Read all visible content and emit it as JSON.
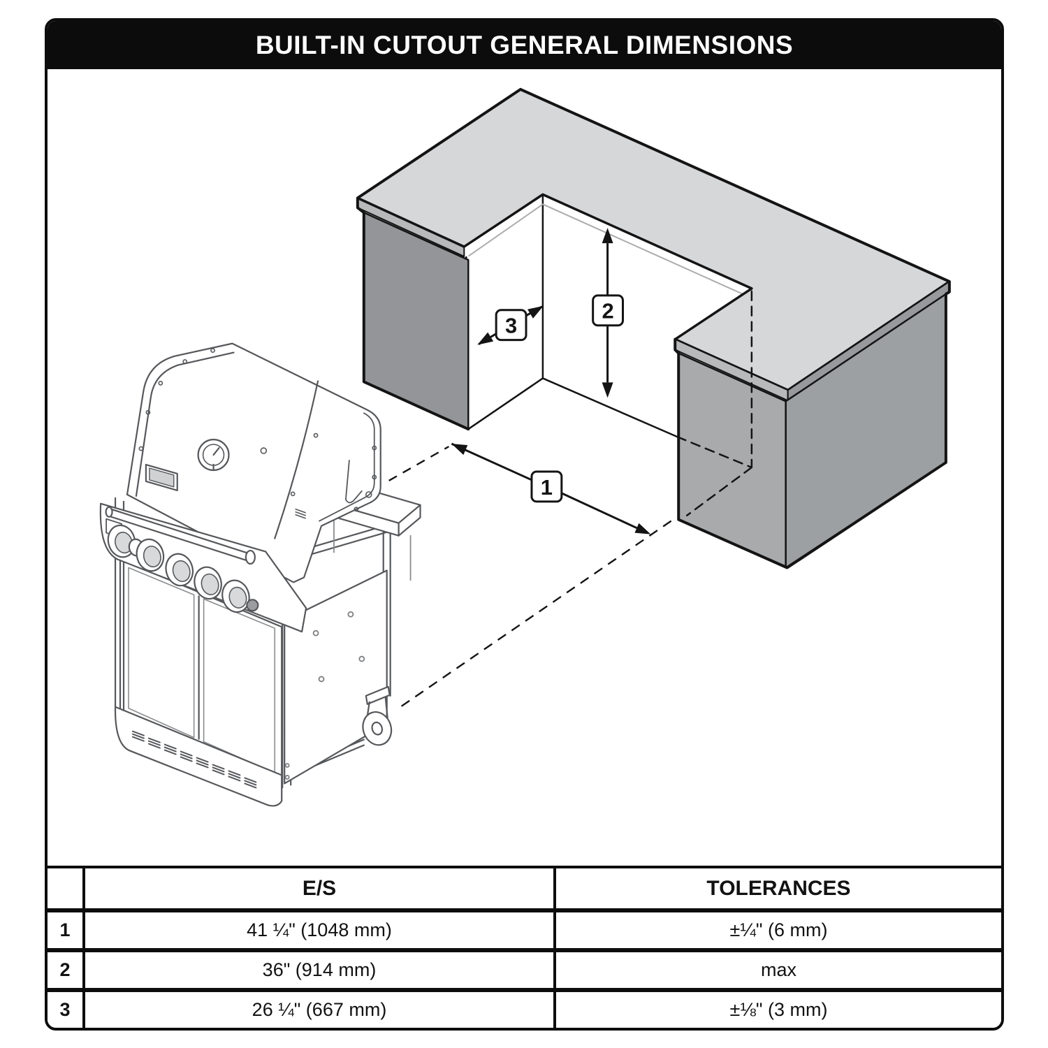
{
  "page": {
    "title": "BUILT-IN CUTOUT GENERAL DIMENSIONS"
  },
  "diagram": {
    "description": "isometric-cutout-counter-with-grill",
    "callouts": [
      {
        "id": "1",
        "text": "1"
      },
      {
        "id": "2",
        "text": "2"
      },
      {
        "id": "3",
        "text": "3"
      }
    ],
    "colors": {
      "counter_top": "#d6d7d9",
      "counter_edge_light": "#b7b9bb",
      "counter_edge_dark": "#97999c",
      "cabinet_left_face": "#939598",
      "cabinet_front_face": "#a8aaac",
      "cabinet_side_face": "#9da0a2",
      "outline": "#141414",
      "grill_line": "#55575a"
    }
  },
  "table": {
    "headers": {
      "col1": "",
      "col2": "E/S",
      "col3": "TOLERANCES"
    },
    "rows": [
      {
        "num": "1",
        "es": "41 ¼\" (1048 mm)",
        "tol": "±¼\" (6 mm)"
      },
      {
        "num": "2",
        "es": "36\" (914 mm)",
        "tol": "max"
      },
      {
        "num": "3",
        "es": "26 ¼\" (667 mm)",
        "tol": "±⅛\" (3 mm)"
      }
    ]
  }
}
